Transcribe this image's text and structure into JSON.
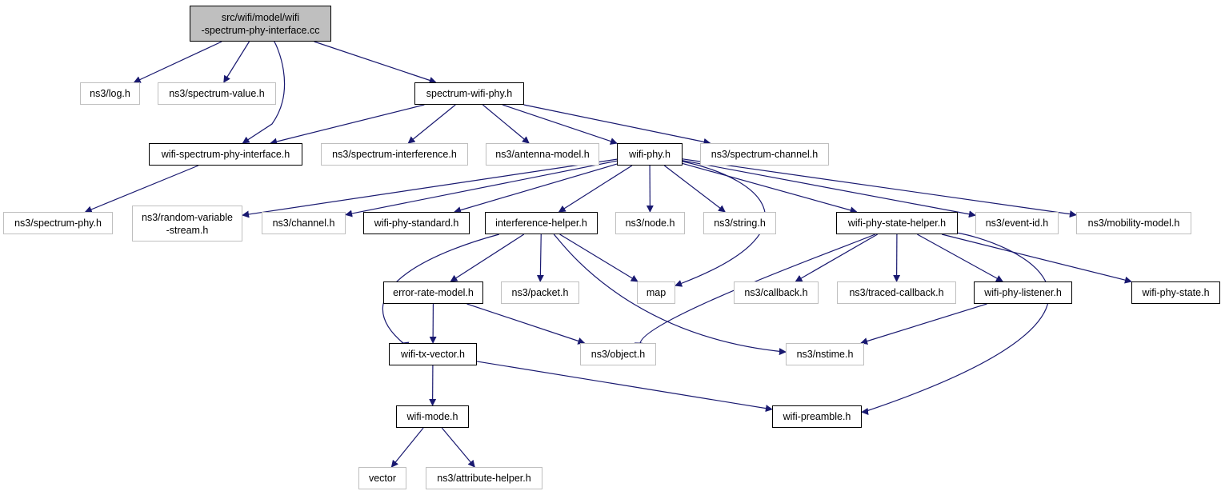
{
  "graph": {
    "edge_color": "#191970",
    "nodes": {
      "root": {
        "label": "src/wifi/model/wifi\n-spectrum-phy-interface.cc",
        "kind": "root"
      },
      "log": {
        "label": "ns3/log.h",
        "kind": "ext"
      },
      "spectrum_value": {
        "label": "ns3/spectrum-value.h",
        "kind": "ext"
      },
      "spectrum_wifi_phy": {
        "label": "spectrum-wifi-phy.h",
        "kind": "doc"
      },
      "wifi_spectrum_phy_interface": {
        "label": "wifi-spectrum-phy-interface.h",
        "kind": "doc"
      },
      "spectrum_interference": {
        "label": "ns3/spectrum-interference.h",
        "kind": "ext"
      },
      "antenna_model": {
        "label": "ns3/antenna-model.h",
        "kind": "ext"
      },
      "wifi_phy": {
        "label": "wifi-phy.h",
        "kind": "doc"
      },
      "spectrum_channel": {
        "label": "ns3/spectrum-channel.h",
        "kind": "ext"
      },
      "spectrum_phy": {
        "label": "ns3/spectrum-phy.h",
        "kind": "ext"
      },
      "random_variable_stream": {
        "label": "ns3/random-variable\n-stream.h",
        "kind": "ext"
      },
      "channel": {
        "label": "ns3/channel.h",
        "kind": "ext"
      },
      "wifi_phy_standard": {
        "label": "wifi-phy-standard.h",
        "kind": "doc"
      },
      "interference_helper": {
        "label": "interference-helper.h",
        "kind": "doc"
      },
      "node": {
        "label": "ns3/node.h",
        "kind": "ext"
      },
      "string": {
        "label": "ns3/string.h",
        "kind": "ext"
      },
      "wifi_phy_state_helper": {
        "label": "wifi-phy-state-helper.h",
        "kind": "doc"
      },
      "event_id": {
        "label": "ns3/event-id.h",
        "kind": "ext"
      },
      "mobility_model": {
        "label": "ns3/mobility-model.h",
        "kind": "ext"
      },
      "error_rate_model": {
        "label": "error-rate-model.h",
        "kind": "doc"
      },
      "packet": {
        "label": "ns3/packet.h",
        "kind": "ext"
      },
      "map": {
        "label": "map",
        "kind": "ext"
      },
      "callback": {
        "label": "ns3/callback.h",
        "kind": "ext"
      },
      "traced_callback": {
        "label": "ns3/traced-callback.h",
        "kind": "ext"
      },
      "wifi_phy_listener": {
        "label": "wifi-phy-listener.h",
        "kind": "doc"
      },
      "wifi_phy_state": {
        "label": "wifi-phy-state.h",
        "kind": "doc"
      },
      "wifi_tx_vector": {
        "label": "wifi-tx-vector.h",
        "kind": "doc"
      },
      "object": {
        "label": "ns3/object.h",
        "kind": "ext"
      },
      "nstime": {
        "label": "ns3/nstime.h",
        "kind": "ext"
      },
      "wifi_mode": {
        "label": "wifi-mode.h",
        "kind": "doc"
      },
      "wifi_preamble": {
        "label": "wifi-preamble.h",
        "kind": "doc"
      },
      "vector": {
        "label": "vector",
        "kind": "ext"
      },
      "attribute_helper": {
        "label": "ns3/attribute-helper.h",
        "kind": "ext"
      }
    },
    "edges": [
      [
        "root",
        "log"
      ],
      [
        "root",
        "spectrum_value"
      ],
      [
        "root",
        "wifi_spectrum_phy_interface"
      ],
      [
        "root",
        "spectrum_wifi_phy"
      ],
      [
        "spectrum_wifi_phy",
        "wifi_spectrum_phy_interface"
      ],
      [
        "spectrum_wifi_phy",
        "spectrum_interference"
      ],
      [
        "spectrum_wifi_phy",
        "antenna_model"
      ],
      [
        "spectrum_wifi_phy",
        "wifi_phy"
      ],
      [
        "spectrum_wifi_phy",
        "spectrum_channel"
      ],
      [
        "wifi_spectrum_phy_interface",
        "spectrum_phy"
      ],
      [
        "wifi_phy",
        "random_variable_stream"
      ],
      [
        "wifi_phy",
        "channel"
      ],
      [
        "wifi_phy",
        "wifi_phy_standard"
      ],
      [
        "wifi_phy",
        "interference_helper"
      ],
      [
        "wifi_phy",
        "node"
      ],
      [
        "wifi_phy",
        "string"
      ],
      [
        "wifi_phy",
        "map"
      ],
      [
        "wifi_phy",
        "wifi_phy_state_helper"
      ],
      [
        "wifi_phy",
        "event_id"
      ],
      [
        "wifi_phy",
        "mobility_model"
      ],
      [
        "interference_helper",
        "wifi_tx_vector"
      ],
      [
        "interference_helper",
        "error_rate_model"
      ],
      [
        "interference_helper",
        "packet"
      ],
      [
        "interference_helper",
        "map"
      ],
      [
        "interference_helper",
        "nstime"
      ],
      [
        "wifi_phy_state_helper",
        "object"
      ],
      [
        "wifi_phy_state_helper",
        "callback"
      ],
      [
        "wifi_phy_state_helper",
        "traced_callback"
      ],
      [
        "wifi_phy_state_helper",
        "wifi_phy_listener"
      ],
      [
        "wifi_phy_state_helper",
        "wifi_preamble"
      ],
      [
        "wifi_phy_state_helper",
        "wifi_phy_state"
      ],
      [
        "error_rate_model",
        "wifi_tx_vector"
      ],
      [
        "error_rate_model",
        "object"
      ],
      [
        "wifi_phy_listener",
        "nstime"
      ],
      [
        "wifi_tx_vector",
        "wifi_mode"
      ],
      [
        "wifi_tx_vector",
        "wifi_preamble"
      ],
      [
        "wifi_mode",
        "vector"
      ],
      [
        "wifi_mode",
        "attribute_helper"
      ]
    ]
  }
}
